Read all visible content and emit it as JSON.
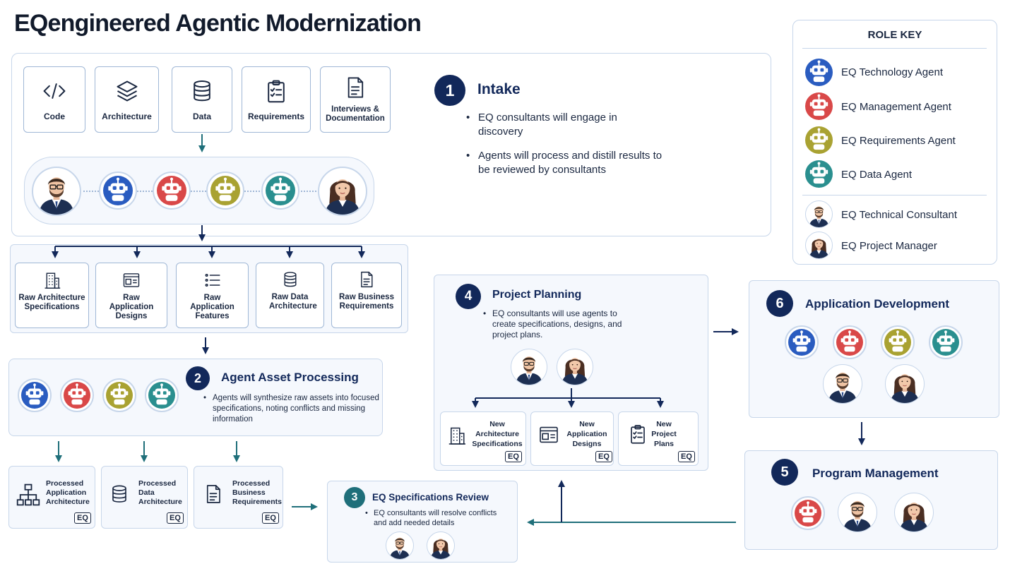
{
  "title": "EQengineered Agentic Modernization",
  "colors": {
    "navy": "#12285a",
    "tech": "#2a5cc0",
    "mgmt": "#d94848",
    "req": "#a9a232",
    "data": "#2a8f8f"
  },
  "role_key": {
    "heading": "ROLE KEY",
    "items": [
      {
        "label": "EQ Technology Agent",
        "icon": "robot-icon-blue"
      },
      {
        "label": "EQ Management Agent",
        "icon": "robot-icon-red"
      },
      {
        "label": "EQ Requirements Agent",
        "icon": "robot-icon-olive"
      },
      {
        "label": "EQ Data Agent",
        "icon": "robot-icon-teal"
      },
      {
        "label": "EQ Technical Consultant",
        "icon": "consultant-man-icon"
      },
      {
        "label": "EQ Project Manager",
        "icon": "manager-woman-icon"
      }
    ]
  },
  "intake": {
    "number": "1",
    "title": "Intake",
    "sources": [
      {
        "label": "Code",
        "icon": "code-icon"
      },
      {
        "label": "Architecture",
        "icon": "layers-icon"
      },
      {
        "label": "Data",
        "icon": "database-icon"
      },
      {
        "label": "Requirements",
        "icon": "clipboard-icon"
      },
      {
        "label": "Interviews & Documentation",
        "icon": "document-icon"
      }
    ],
    "bullets": [
      "EQ consultants will engage in discovery",
      "Agents will process and distill results to be reviewed by consultants"
    ]
  },
  "raw_assets": [
    {
      "label": "Raw Architecture Specifications",
      "icon": "building-icon"
    },
    {
      "label": "Raw Application Designs",
      "icon": "window-icon"
    },
    {
      "label": "Raw Application Features",
      "icon": "list-icon"
    },
    {
      "label": "Raw Data Architecture",
      "icon": "database-icon"
    },
    {
      "label": "Raw Business Requirements",
      "icon": "document-icon"
    }
  ],
  "processing": {
    "number": "2",
    "title": "Agent Asset Processing",
    "bullet": "Agents will synthesize raw assets into focused specifications, noting conflicts and missing information"
  },
  "processed": [
    {
      "label": "Processed Application Architecture",
      "icon": "hierarchy-icon",
      "badge": "EQ"
    },
    {
      "label": "Processed Data Architecture",
      "icon": "database-icon",
      "badge": "EQ"
    },
    {
      "label": "Processed Business Requirements",
      "icon": "document-icon",
      "badge": "EQ"
    }
  ],
  "review": {
    "number": "3",
    "title": "EQ Specifications Review",
    "bullet": "EQ consultants will resolve conflicts and add needed details"
  },
  "planning": {
    "number": "4",
    "title": "Project Planning",
    "bullet": "EQ consultants will use agents to create specifications, designs, and project plans.",
    "outputs": [
      {
        "label": "New Architecture Specifications",
        "icon": "building-icon",
        "badge": "EQ"
      },
      {
        "label": "New Application Designs",
        "icon": "window-icon",
        "badge": "EQ"
      },
      {
        "label": "New Project Plans",
        "icon": "clipboard-icon",
        "badge": "EQ"
      }
    ]
  },
  "program": {
    "number": "5",
    "title": "Program Management"
  },
  "development": {
    "number": "6",
    "title": "Application Development"
  }
}
